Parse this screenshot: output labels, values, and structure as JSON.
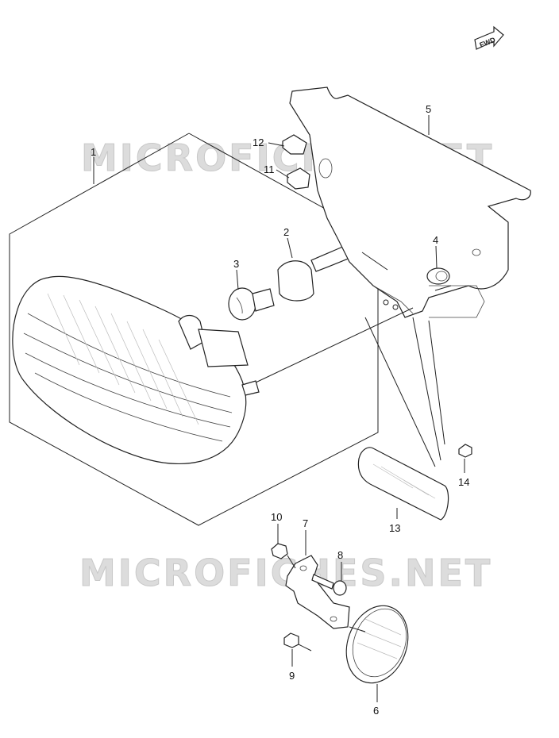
{
  "watermark": "MICROFICHES.NET",
  "direction_badge": "FWD",
  "callouts": [
    "1",
    "2",
    "3",
    "4",
    "5",
    "6",
    "7",
    "8",
    "9",
    "10",
    "11",
    "12",
    "13",
    "14"
  ],
  "icons": {
    "direction": "fwd-arrow-icon"
  }
}
